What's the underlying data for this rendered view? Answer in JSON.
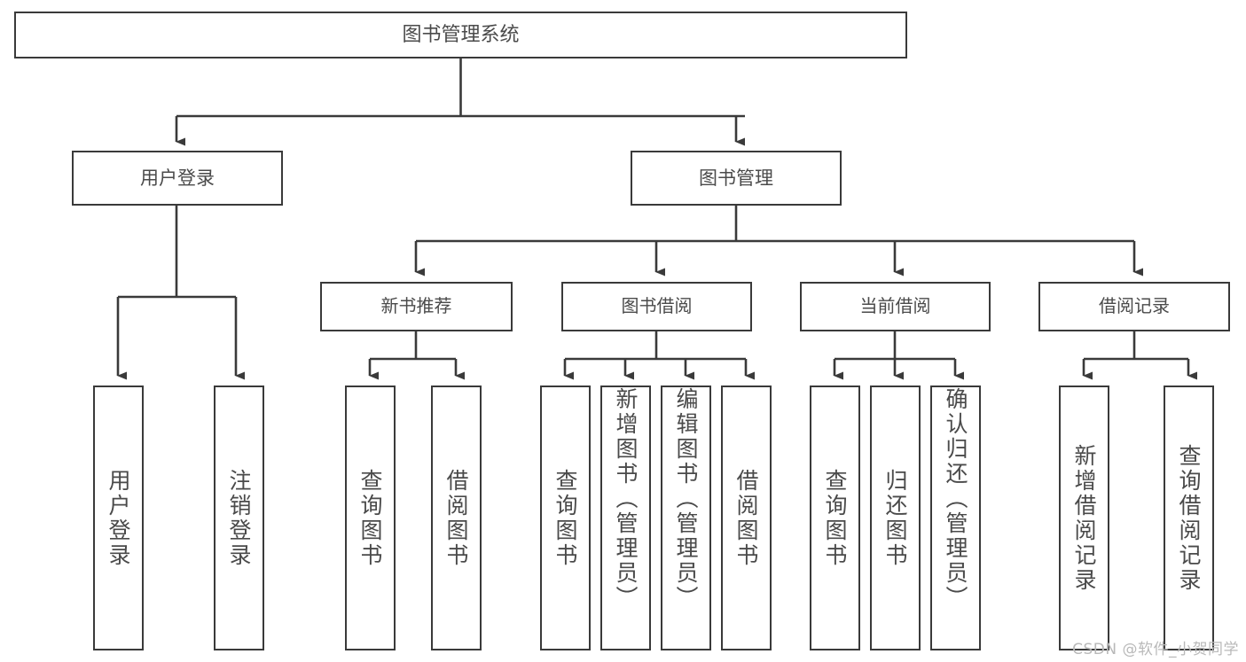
{
  "diagram": {
    "title": "图书管理系统",
    "type": "hierarchy-tree",
    "root": {
      "id": "root",
      "label": "图书管理系统"
    },
    "level2": [
      {
        "id": "user-login",
        "label": "用户登录"
      },
      {
        "id": "book-manage",
        "label": "图书管理"
      }
    ],
    "level3": [
      {
        "id": "new-book-rec",
        "label": "新书推荐"
      },
      {
        "id": "book-borrow",
        "label": "图书借阅"
      },
      {
        "id": "current-borrow",
        "label": "当前借阅"
      },
      {
        "id": "borrow-record",
        "label": "借阅记录"
      }
    ],
    "leaves": [
      {
        "id": "leaf-user-login",
        "label": "用户登录",
        "parent": "user-login"
      },
      {
        "id": "leaf-user-logout",
        "label": "注销登录",
        "parent": "user-login"
      },
      {
        "id": "leaf-query-book-1",
        "label": "查询图书",
        "parent": "new-book-rec"
      },
      {
        "id": "leaf-borrow-book-1",
        "label": "借阅图书",
        "parent": "new-book-rec"
      },
      {
        "id": "leaf-query-book-2",
        "label": "查询图书",
        "parent": "book-borrow"
      },
      {
        "id": "leaf-add-book",
        "label": "新增图书（管理员）",
        "parent": "book-borrow"
      },
      {
        "id": "leaf-edit-book",
        "label": "编辑图书（管理员）",
        "parent": "book-borrow"
      },
      {
        "id": "leaf-borrow-book-2",
        "label": "借阅图书",
        "parent": "book-borrow"
      },
      {
        "id": "leaf-query-book-3",
        "label": "查询图书",
        "parent": "current-borrow"
      },
      {
        "id": "leaf-return-book",
        "label": "归还图书",
        "parent": "current-borrow"
      },
      {
        "id": "leaf-confirm-return",
        "label": "确认归还（管理员）",
        "parent": "current-borrow"
      },
      {
        "id": "leaf-add-record",
        "label": "新增借阅记录",
        "parent": "borrow-record"
      },
      {
        "id": "leaf-query-record",
        "label": "查询借阅记录",
        "parent": "borrow-record"
      }
    ],
    "colors": {
      "stroke": "#3a3a3a",
      "text": "#4a4a4a",
      "background": "#ffffff",
      "watermark": "#b9b9b9"
    }
  },
  "watermark": {
    "text": "CSDN @软件_小贺同学"
  }
}
